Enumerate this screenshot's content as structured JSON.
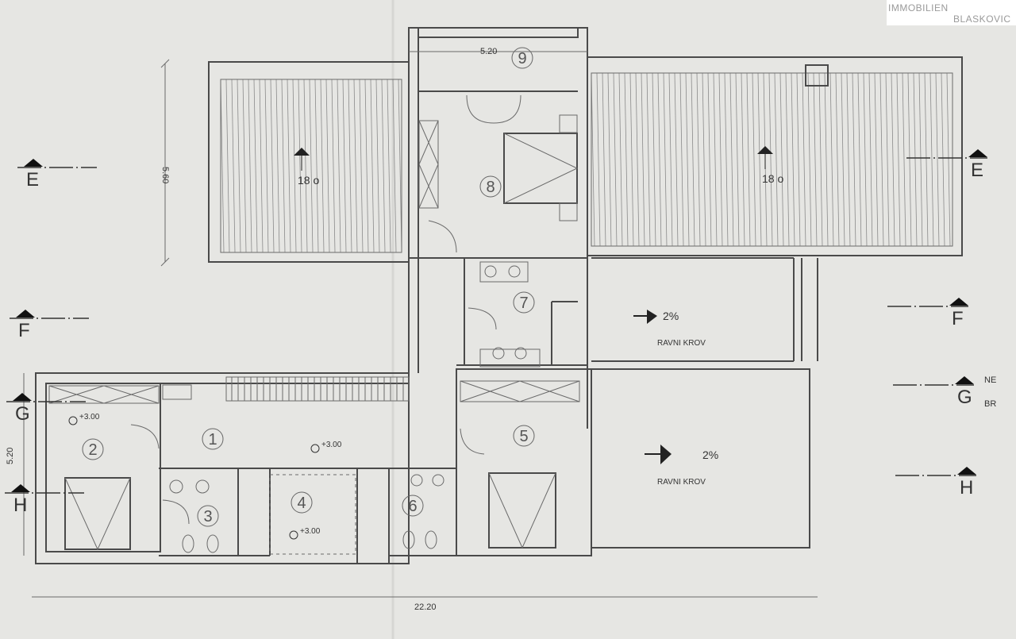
{
  "logo": {
    "line1": "IMMOBILIEN",
    "line2": "BLASKOVIC"
  },
  "sections": {
    "e": "E",
    "f": "F",
    "g": "G",
    "h": "H"
  },
  "dimensions": {
    "top": "5.20",
    "left_upper": "5.60",
    "left_lower": "5.20",
    "bottom": "22.20"
  },
  "rooms": [
    "1",
    "2",
    "3",
    "4",
    "5",
    "6",
    "7",
    "8",
    "9"
  ],
  "roof_pitch": "18 o",
  "flat_roof": {
    "slope": "2%",
    "label": "RAVNI KROV"
  },
  "level": "+3.00",
  "side_notes": {
    "a": "NE",
    "b": "BR"
  },
  "colors": {
    "paper": "#e6e6e3",
    "line": "#4a4a4a"
  }
}
